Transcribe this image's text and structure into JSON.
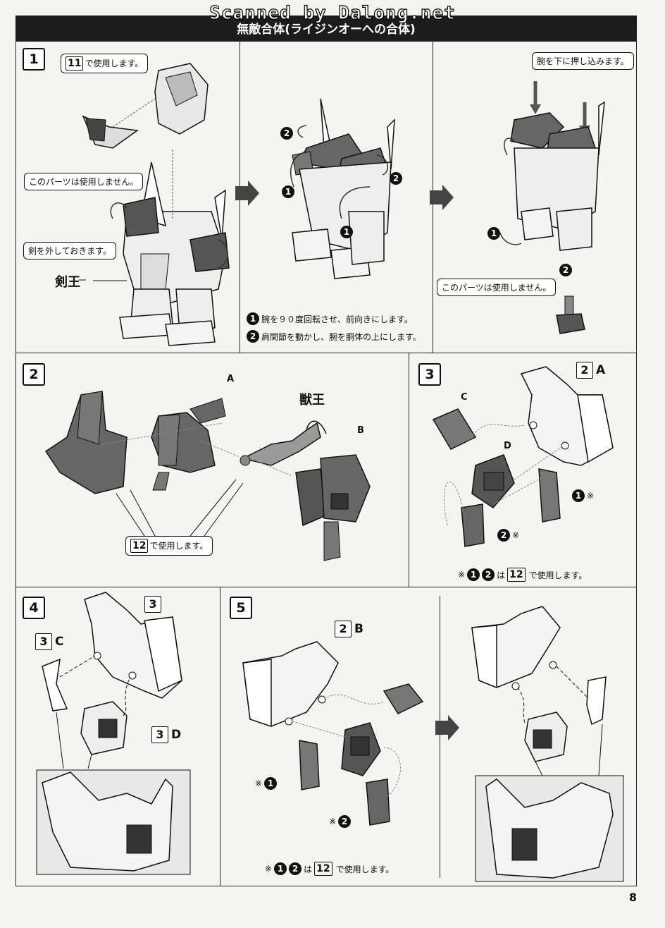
{
  "watermark": "Scanned by Dalong.net",
  "header": {
    "title": "無敵合体(ライジンオーへの合体)"
  },
  "steps": {
    "s1": {
      "num": "1",
      "callout_use_num": "11",
      "callout_use_text": "で使用します。",
      "callout_unused": "このパーツは使用しません。",
      "callout_sword": "剣を外しておきます。",
      "label_kenou": "剣王",
      "c1": "1",
      "c2": "2",
      "note1_circle": "1",
      "note1_text": "腕を９０度回転させ、前向きにします。",
      "note2_circle": "2",
      "note2_text": "肩関節を動かし、腕を胴体の上にします。",
      "callout_push": "腕を下に押し込みます。",
      "callout_unused2": "このパーツは使用しません。"
    },
    "s2": {
      "num": "2",
      "label_juuou": "獣王",
      "label_a": "A",
      "label_b": "B",
      "callout_use_num": "12",
      "callout_use_text": "で使用します。"
    },
    "s3": {
      "num": "3",
      "tag_num": "2",
      "tag_letter": "A",
      "label_c": "C",
      "label_d": "D",
      "c1": "1",
      "c2": "2",
      "mark": "※",
      "note_mark": "※",
      "note_c1": "1",
      "note_c2": "2",
      "note_ha": "は",
      "note_num": "12",
      "note_text": "で使用します。"
    },
    "s4": {
      "num": "4",
      "tag_top_num": "3",
      "tag_c_num": "3",
      "tag_c_letter": "C",
      "tag_d_num": "3",
      "tag_d_letter": "D"
    },
    "s5": {
      "num": "5",
      "tag_num": "2",
      "tag_letter": "B",
      "mark1": "※",
      "c1": "1",
      "mark2": "※",
      "c2": "2",
      "note_mark": "※",
      "note_c1": "1",
      "note_c2": "2",
      "note_ha": "は",
      "note_num": "12",
      "note_text": "で使用します。"
    }
  },
  "page_number": "8"
}
